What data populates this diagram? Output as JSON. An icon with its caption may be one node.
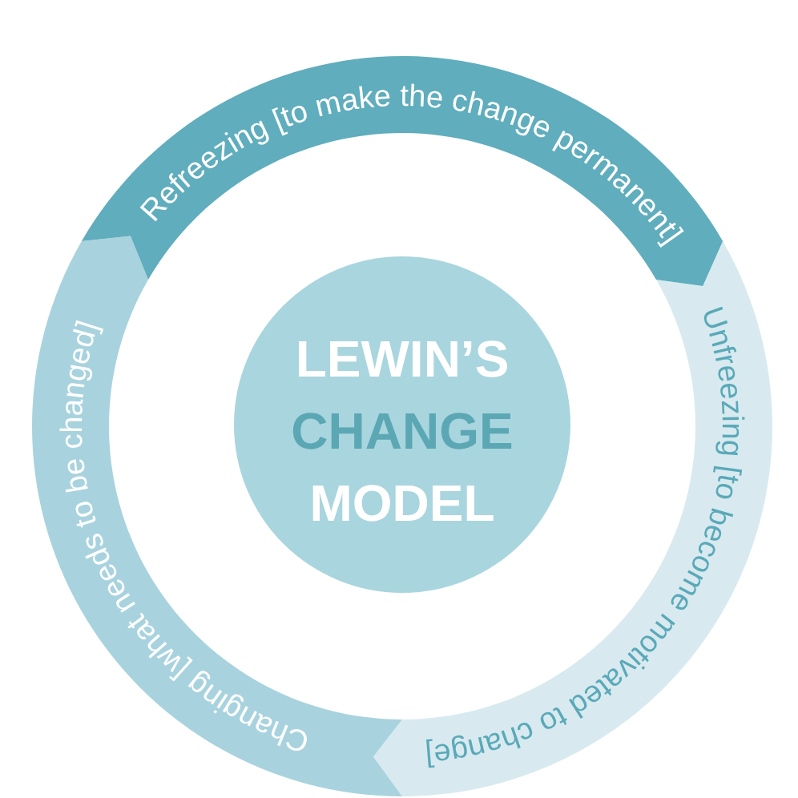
{
  "diagram": {
    "nodes": [
      {
        "text": [
          "LEWIN’S",
          "CHANGE",
          "MODEL"
        ]
      },
      {
        "text": [
          "Unfreezing [to become motivated to change]"
        ]
      },
      {
        "text": [
          "Changing [what needs to be changed]"
        ]
      },
      {
        "text": [
          "Refreezing [to make the change permanent]"
        ]
      }
    ]
  }
}
